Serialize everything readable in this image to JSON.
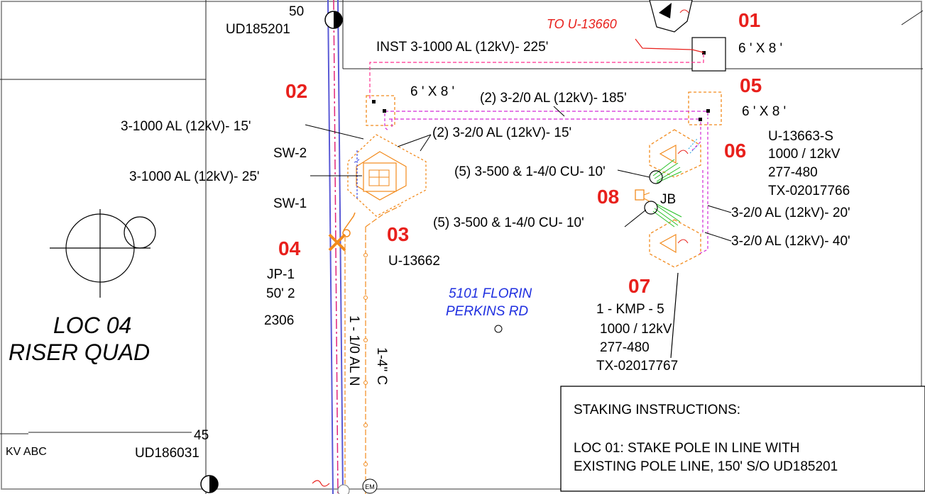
{
  "colors": {
    "ids": "#e8201c",
    "primary": "#ff2f8f",
    "secondary": "#d32ad6",
    "equipment": "#f28a1c",
    "street_text": "#1f2fe0",
    "pole_line": "#5a5ad6"
  },
  "labels": {
    "pole_50": "50",
    "pole_50_id": "UD185201",
    "to_u": "TO U-13660",
    "inst": "INST 3-1000 AL (12kV)- 225'",
    "id01": "01",
    "vault01_size": "6 ' X 8 '",
    "id02": "02",
    "vault02_size": "6 ' X 8 '",
    "seg185": "(2) 3-2/0 AL (12kV)- 185'",
    "id05": "05",
    "vault05_size": "6 ' X 8 '",
    "c15": "3-1000 AL (12kV)- 15'",
    "seg15": "(2) 3-2/0 AL (12kV)- 15'",
    "sw2": "SW-2",
    "c25": "3-1000 AL (12kV)- 25'",
    "sw1": "SW-1",
    "c500a": "(5) 3-500 & 1-4/0 CU- 10'",
    "c500b": "(5) 3-500 & 1-4/0 CU- 10'",
    "id06": "06",
    "u13663": "U-13663-S",
    "t06_rating": "1000 / 12kV",
    "t06_volt": "277-480",
    "t06_tx": "TX-02017766",
    "id08": "08",
    "jb": "JB",
    "c20": "3-2/0 AL (12kV)- 20'",
    "c40": "3-2/0 AL (12kV)- 40'",
    "id03": "03",
    "u13662": "U-13662",
    "id04": "04",
    "jp1": "JP-1",
    "jp_height": "50' 2",
    "jp_num": "2306",
    "loc_line1": "LOC 04",
    "loc_line2": "RISER QUAD",
    "addr1": "5101 FLORIN",
    "addr2": "PERKINS RD",
    "id07": "07",
    "kmp": "1 - KMP - 5",
    "t07_rating": "1000 / 12kV",
    "t07_volt": "277-480",
    "t07_tx": "TX-02017767",
    "vert1": "1 - 1/0 AL N",
    "vert2": "1-4\" C",
    "pole_45": "45",
    "pole_45_id": "UD186031",
    "kv_abc": "KV  ABC",
    "em": "EM"
  },
  "staking": {
    "title": "STAKING INSTRUCTIONS:",
    "line1": "LOC 01: STAKE POLE IN LINE WITH",
    "line2": "EXISTING POLE LINE, 150' S/O UD185201"
  }
}
